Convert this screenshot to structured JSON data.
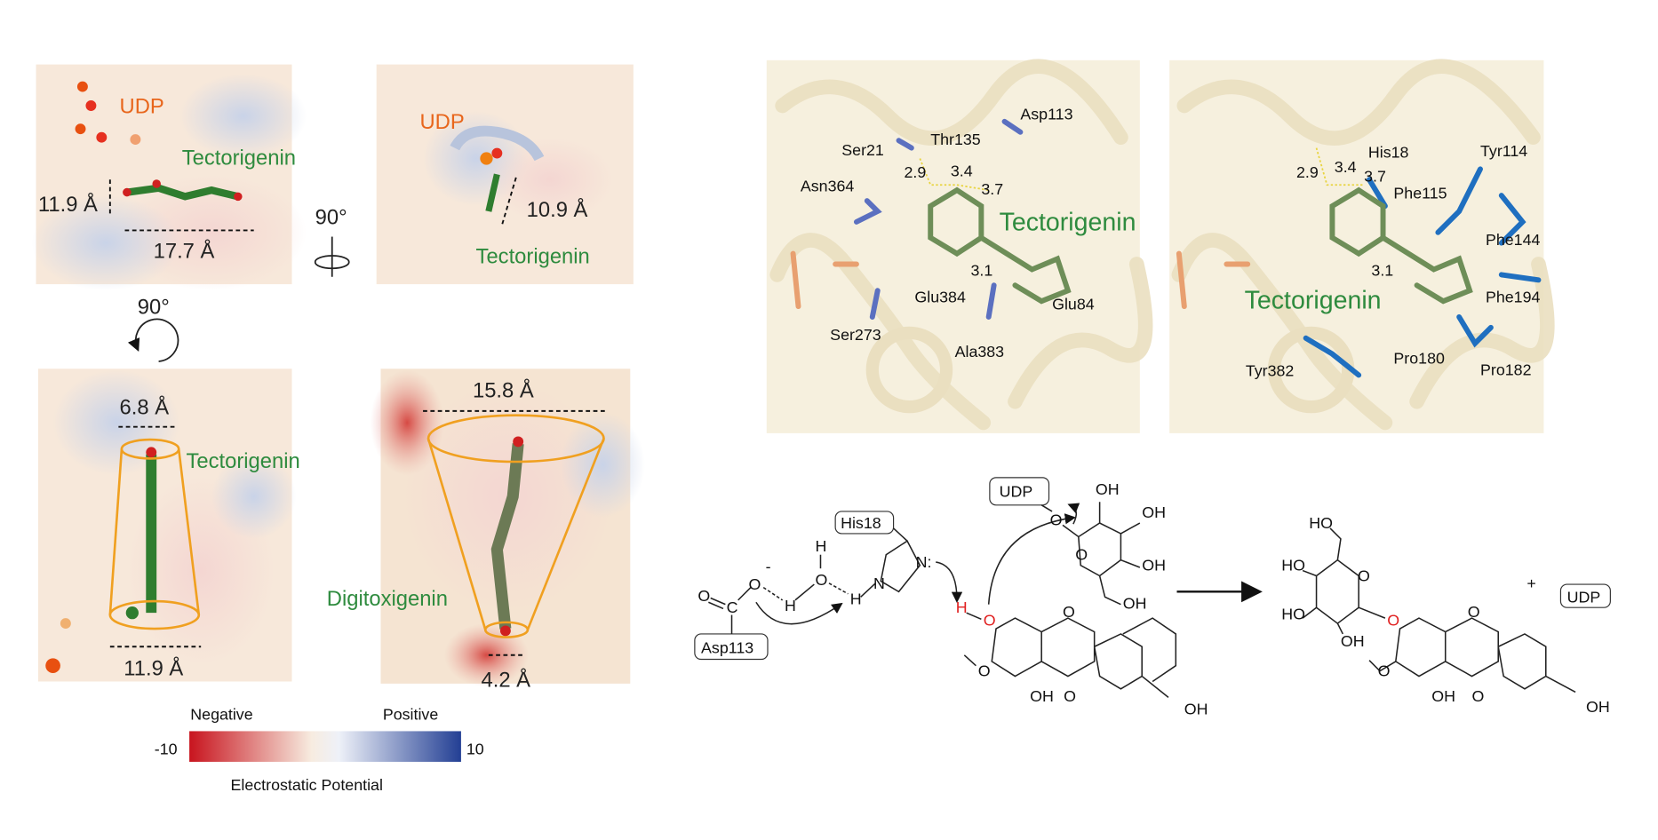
{
  "colors": {
    "ligand_green": "#2e8b3e",
    "udp_orange": "#e8661c",
    "negative": "#c8141e",
    "positive": "#233f94",
    "cone": "#f0a020",
    "protein": "#f3ecd6"
  },
  "surface_panels": {
    "panel_a": {
      "udp": "UDP",
      "ligand": "Tectorigenin",
      "height": "11.9 Å",
      "length": "17.7 Å"
    },
    "rotation_y": "90°",
    "panel_b": {
      "udp": "UDP",
      "ligand": "Tectorigenin",
      "width": "10.9 Å"
    },
    "rotation_x": "90°",
    "panel_c": {
      "ligand": "Tectorigenin",
      "top_width": "6.8 Å",
      "bottom_width": "11.9 Å"
    },
    "panel_d": {
      "ligand": "Digitoxigenin",
      "top_width": "15.8 Å",
      "bottom_width": "4.2 Å"
    }
  },
  "colorbar": {
    "negative_label": "Negative",
    "positive_label": "Positive",
    "min": "-10",
    "max": "10",
    "title": "Electrostatic Potential"
  },
  "binding_site_1": {
    "ligand": "Tectorigenin",
    "residues": [
      "Asp113",
      "Ser21",
      "Thr135",
      "Asn364",
      "Glu384",
      "Glu84",
      "Ser273",
      "Ala383"
    ],
    "distances": [
      "2.9",
      "3.4",
      "3.7",
      "3.1"
    ]
  },
  "binding_site_2": {
    "ligand": "Tectorigenin",
    "residues": [
      "His18",
      "Phe115",
      "Tyr114",
      "Phe144",
      "Phe194",
      "Tyr382",
      "Pro180",
      "Pro182"
    ],
    "distances": [
      "2.9",
      "3.4",
      "3.7",
      "3.1"
    ]
  },
  "mechanism": {
    "asp": "Asp113",
    "his": "His18",
    "udp": "UDP",
    "plus": "+",
    "product_udp": "UDP",
    "atoms": {
      "O": "O",
      "Ominus": "O",
      "minus": "-",
      "C": "C",
      "H": "H",
      "N": "N",
      "Ncolon": "N:",
      "OH": "OH",
      "HO": "HO"
    }
  }
}
